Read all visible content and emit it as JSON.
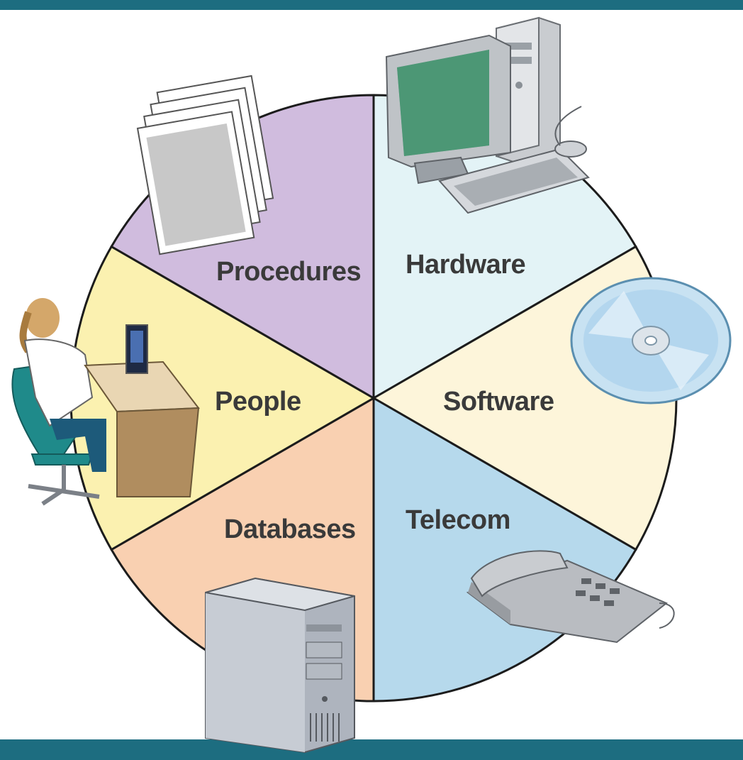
{
  "segments": [
    {
      "key": "hardware",
      "label": "Hardware",
      "color": "#e3f3f6"
    },
    {
      "key": "software",
      "label": "Software",
      "color": "#fdf5da"
    },
    {
      "key": "telecom",
      "label": "Telecom",
      "color": "#b6d9ec"
    },
    {
      "key": "databases",
      "label": "Databases",
      "color": "#f9d0b1"
    },
    {
      "key": "people",
      "label": "People",
      "color": "#fbf1b0"
    },
    {
      "key": "procedures",
      "label": "Procedures",
      "color": "#d0bcde"
    }
  ],
  "colors": {
    "top_band": "#1d6d80",
    "bottom_band": "#1d6d80",
    "outline": "#1c1c1c"
  },
  "icons": {
    "hardware": "desktop-computer-icon",
    "software": "cd-disc-icon",
    "telecom": "telephone-icon",
    "databases": "server-tower-icon",
    "people": "person-at-desk-icon",
    "procedures": "documents-icon"
  }
}
